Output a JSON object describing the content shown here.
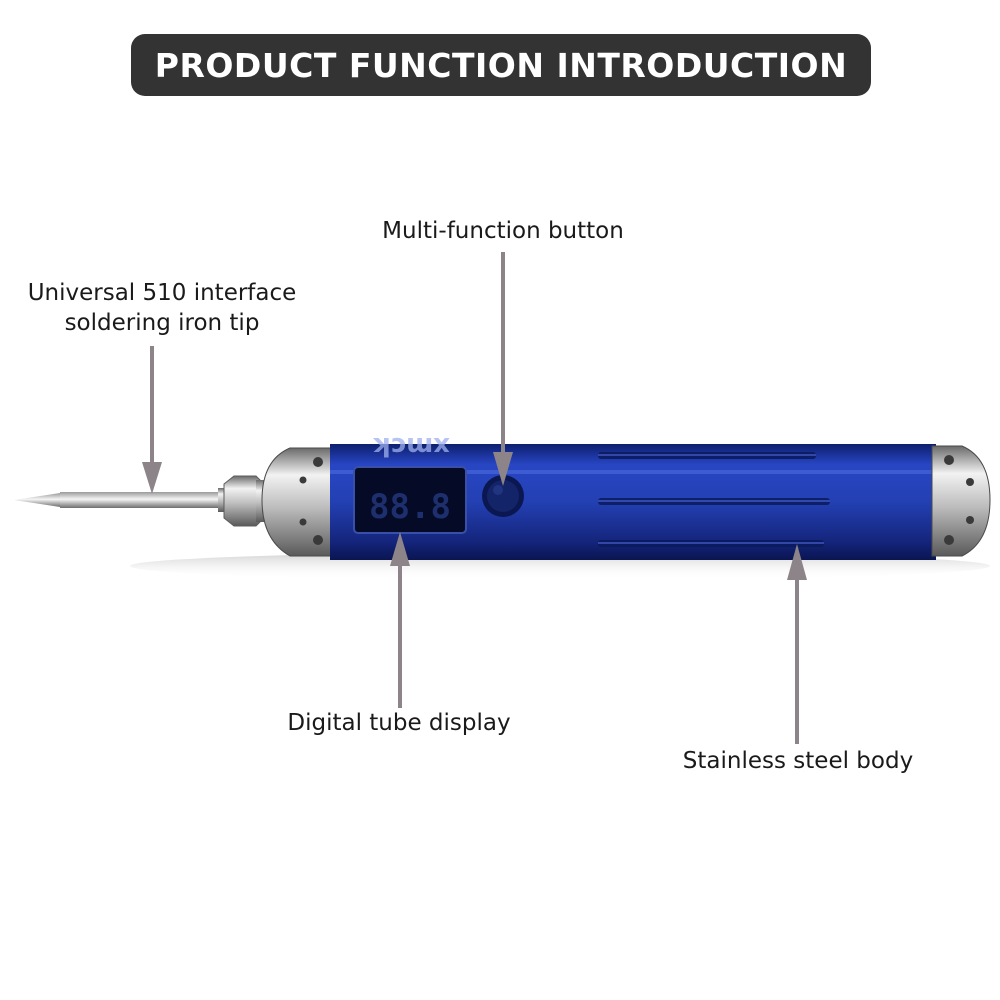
{
  "header": {
    "title": "PRODUCT FUNCTION INTRODUCTION"
  },
  "product": {
    "brand_text": "xmck",
    "display_digits": "88.8"
  },
  "callouts": {
    "tip": {
      "line1": "Universal 510 interface",
      "line2": "soldering iron tip"
    },
    "button": "Multi-function button",
    "display": "Digital tube display",
    "body": "Stainless steel body"
  },
  "colors": {
    "banner": "#333333",
    "body_blue": "#1f3aa8",
    "arrow": "#8c8488"
  }
}
